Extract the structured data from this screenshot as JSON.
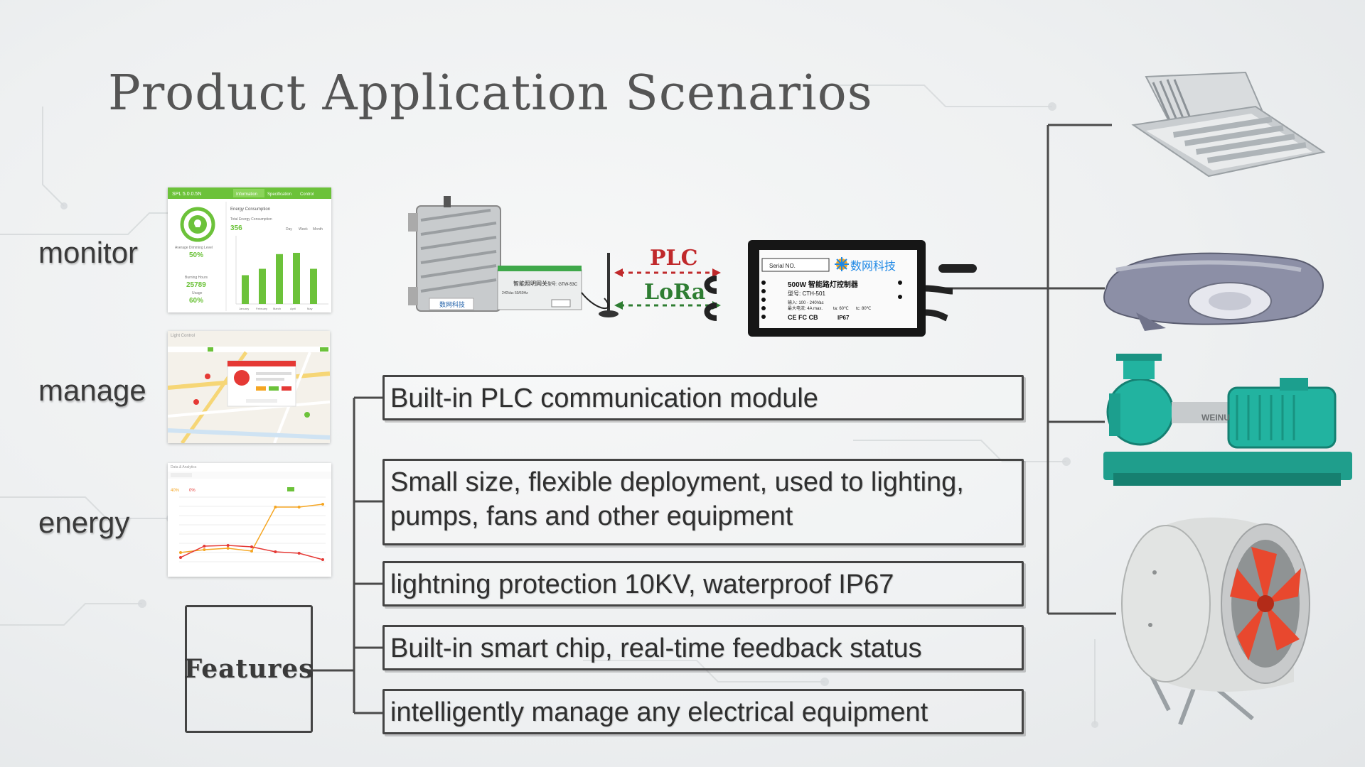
{
  "title": "Product Application Scenarios",
  "side_labels": {
    "monitor": "monitor",
    "manage": "manage",
    "energy": "energy"
  },
  "protocols": {
    "plc": "PLC",
    "lora": "LoRa",
    "plc_color": "#c0292b",
    "lora_color": "#2e7d32"
  },
  "gateway": {
    "label": "智能照明网关",
    "model": "型号: GTW-53C",
    "power": "240Vac 50/60Hz",
    "brand": "数网科技"
  },
  "controller": {
    "serial_label": "Serial NO.",
    "brand": "数网科技",
    "name": "500W 智能路灯控制器",
    "model": "型号: CTH-501",
    "input": "输入: 100 - 240Vac",
    "max_current": "最大电流: 4A max.",
    "ta": "ta: 60℃",
    "tc": "tc: 80℃",
    "ip": "IP67",
    "certs": "CE FC CB"
  },
  "thumbnails": {
    "monitor": {
      "header_title": "SPL 5.0.0.5N",
      "tabs": [
        "Information",
        "Specification",
        "Control"
      ],
      "panel_title": "Energy Consumption",
      "total_label": "Total Energy Consumption",
      "total_value": "356",
      "range_tabs": [
        "Day",
        "Week",
        "Month"
      ],
      "stat1_label": "Average Dimming Level",
      "stat1_value": "50%",
      "stat2_label": "Burning Hours",
      "stat2_value": "25789",
      "stat3_label": "Usage",
      "stat3_value": "60%",
      "months": [
        "January",
        "February",
        "March",
        "April",
        "May"
      ],
      "bars": [
        45,
        55,
        78,
        80,
        55
      ]
    },
    "manage": {
      "title": "Light Control"
    },
    "energy": {
      "title": "Data & Analytics",
      "pct1": "40%",
      "pct2": "0%",
      "series_a": [
        220,
        260,
        280,
        240,
        860,
        860,
        900
      ],
      "series_b": [
        150,
        310,
        320,
        300,
        230,
        210,
        120
      ]
    }
  },
  "features": {
    "label": "Features",
    "items": [
      {
        "lines": [
          "Built-in PLC communication module"
        ]
      },
      {
        "lines": [
          "Small size, flexible deployment, used to lighting,",
          "pumps, fans and other equipment"
        ]
      },
      {
        "lines": [
          "lightning protection 10KV, waterproof IP67"
        ]
      },
      {
        "lines": [
          "Built-in smart chip, real-time feedback status"
        ]
      },
      {
        "lines": [
          "intelligently manage any electrical equipment"
        ]
      }
    ]
  },
  "equipment": {
    "pump_brand": "WEINU"
  },
  "colors": {
    "accent_green": "#6cc23a",
    "text_dark": "#333333"
  }
}
